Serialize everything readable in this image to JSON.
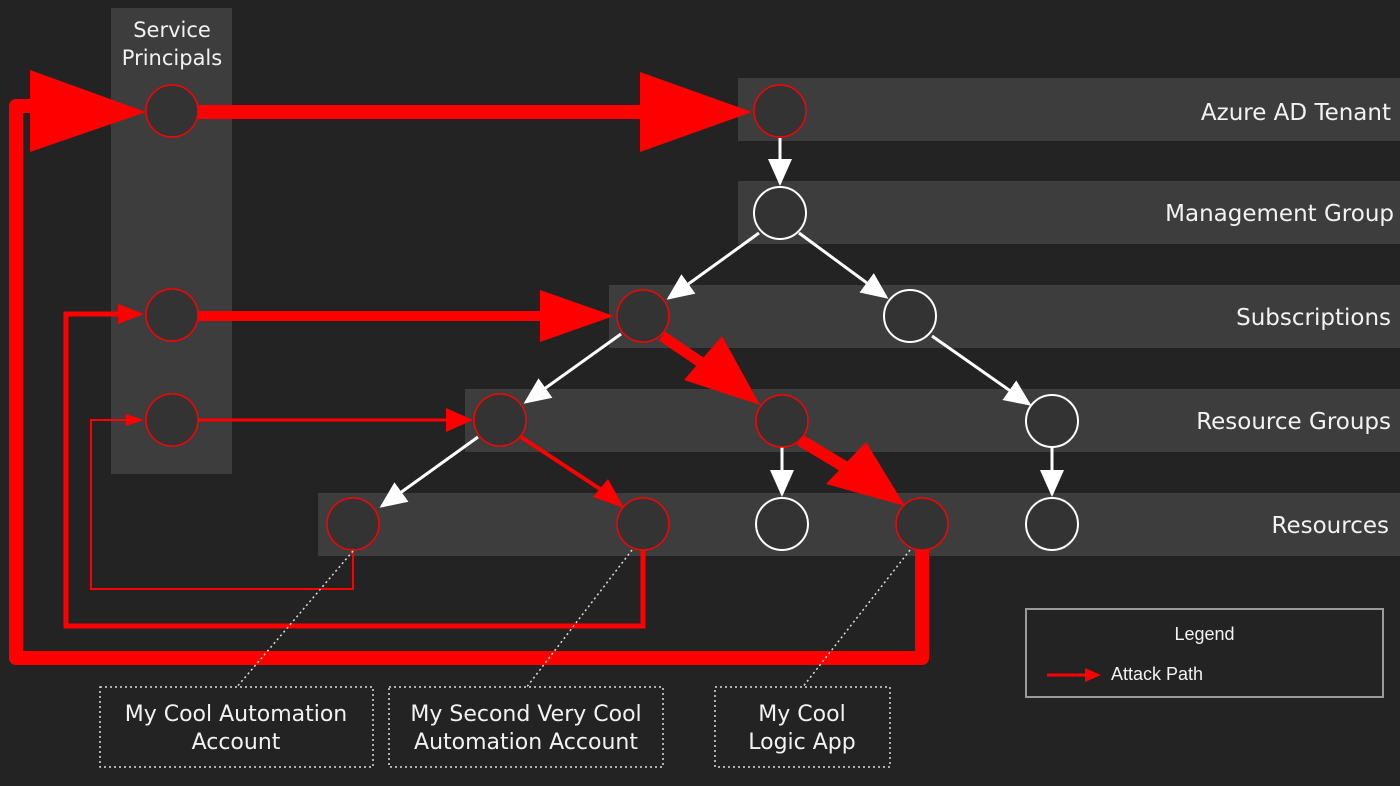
{
  "colors": {
    "background": "#232323",
    "band": "#3d3d3d",
    "attack": "#ff0000",
    "node_stroke_white": "#ffffff",
    "node_fill": "#333333"
  },
  "service_principals": {
    "title_line1": "Service",
    "title_line2": "Principals"
  },
  "layers": {
    "tenant": "Azure AD Tenant",
    "management_group": "Management Group",
    "subscriptions": "Subscriptions",
    "resource_groups": "Resource Groups",
    "resources": "Resources"
  },
  "resource_labels": {
    "automation_1_line1": "My Cool Automation",
    "automation_1_line2": "Account",
    "automation_2_line1": "My Second Very Cool",
    "automation_2_line2": "Automation Account",
    "logic_app_line1": "My Cool",
    "logic_app_line2": "Logic App"
  },
  "legend": {
    "title": "Legend",
    "attack_path": "Attack Path"
  }
}
